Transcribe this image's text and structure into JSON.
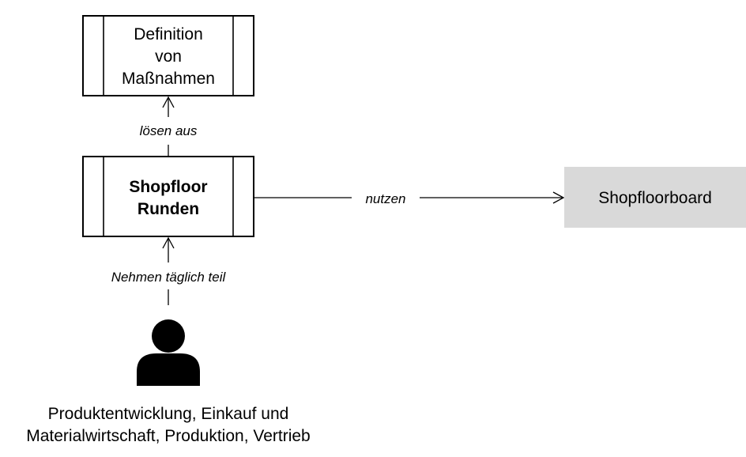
{
  "nodes": {
    "definition": {
      "lines": [
        "Definition",
        "von",
        "Maßnahmen"
      ]
    },
    "shopfloor_runden": {
      "lines": [
        "Shopfloor",
        "Runden"
      ]
    },
    "shopfloorboard": {
      "label": "Shopfloorboard",
      "fill": "#d9d9d9"
    },
    "participants": {
      "lines": [
        "Produktentwicklung, Einkauf und",
        "Materialwirtschaft, Produktion, Vertrieb"
      ]
    }
  },
  "edges": {
    "loesen_aus": {
      "label": "lösen aus"
    },
    "nutzen": {
      "label": "nutzen"
    },
    "nehmen_teil": {
      "label": "Nehmen täglich teil"
    }
  },
  "icons": {
    "person": "person-icon"
  }
}
